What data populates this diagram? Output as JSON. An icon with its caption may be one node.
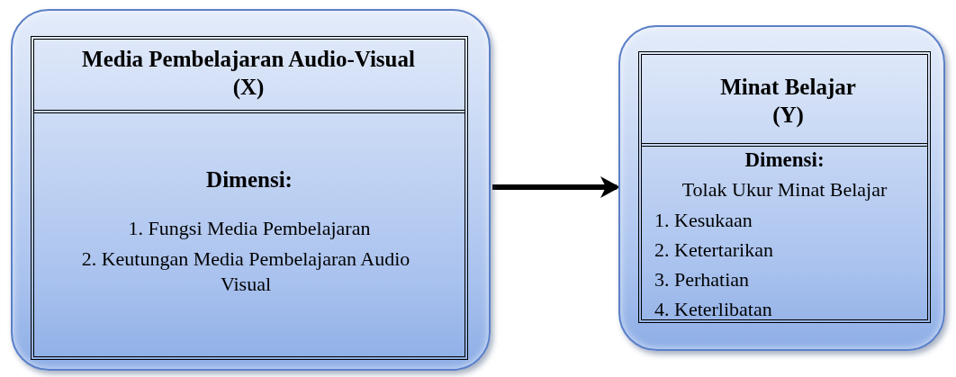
{
  "diagram": {
    "nodes": [
      {
        "text": [],
        "shape": "box"
      },
      {
        "text": [
          "Media Pembelajaran Audio-Visual (X)",
          "Dimensi:",
          "1. Fungsi Media Pembelajaran",
          "2. Keutungan Media Pembelajaran Audio Visual"
        ],
        "in": 0
      },
      {
        "text": [],
        "shape": "box"
      },
      {
        "text": [
          "Minat Belajar (Y)",
          "Dimensi:",
          "Tolak Ukur Minat Belajar",
          "1. Kesukaan",
          "2. Ketertarikan",
          "3. Perhatian",
          "4. Keterlibatan"
        ],
        "in": 2
      }
    ],
    "edges": [
      {
        "from": 0,
        "to": 2,
        "arrow": "to"
      }
    ]
  }
}
